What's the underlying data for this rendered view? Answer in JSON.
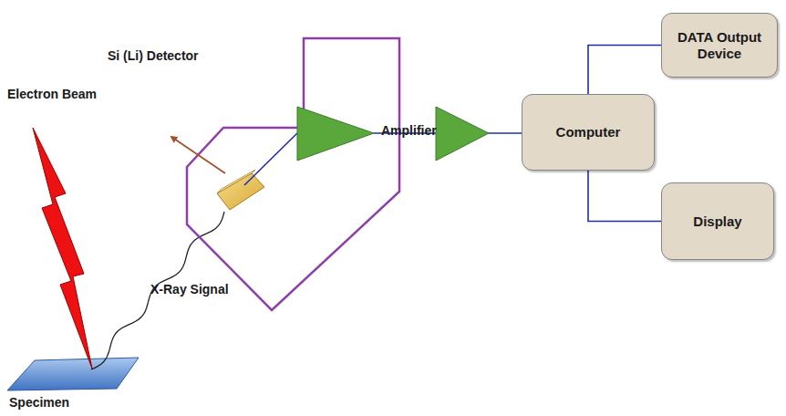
{
  "diagram": {
    "nodes": [
      {
        "text": [
          "DATA Output Device"
        ]
      },
      {
        "text": [
          "Computer"
        ]
      },
      {
        "text": [
          "Display"
        ]
      }
    ],
    "edges": [
      {
        "from": 1,
        "to": 0,
        "arrow": "none"
      },
      {
        "from": 1,
        "to": 2,
        "arrow": "none"
      }
    ],
    "labels": [
      "Electron Beam",
      "Si (Li) Detector",
      "Amplifier",
      "X-Ray Signal",
      "Specimen"
    ]
  }
}
